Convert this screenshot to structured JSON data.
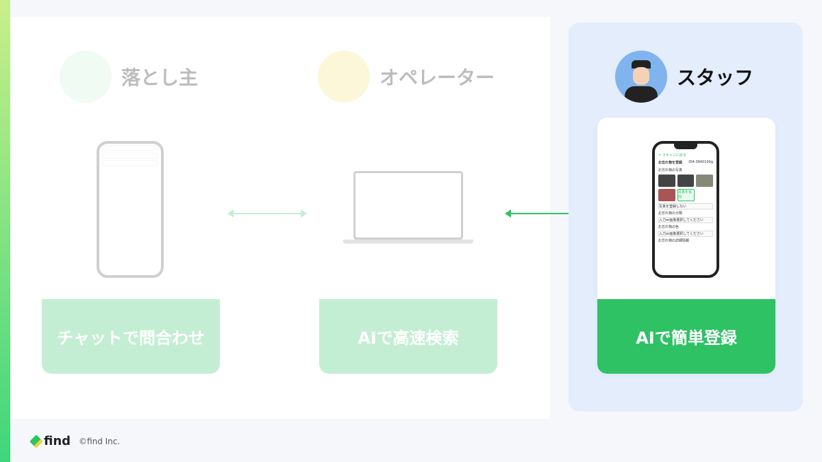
{
  "actors": [
    {
      "name": "落とし主",
      "feature": "チャットで問合わせ",
      "device": "smartphone"
    },
    {
      "name": "オペレーター",
      "feature": "AIで高速検索",
      "device": "laptop"
    },
    {
      "name": "スタッフ",
      "feature": "AIで簡単登録",
      "device": "smartphone"
    }
  ],
  "staff_phone": {
    "back": "< スキャンに戻る",
    "title": "お忘れ物を登録",
    "id": "ID4-3840100g",
    "section1": "お忘れ物の写真",
    "add_photo": "写真を追加",
    "checkbox": "写真を登録しない",
    "section2": "お忘れ物の分類",
    "placeholder": "入力or画像選択してください",
    "section3": "お忘れ物の色",
    "section4": "お忘れ物の詳細情報"
  },
  "footer": {
    "logo": "find",
    "copyright": "©find Inc."
  },
  "colors": {
    "accent": "#2ec265",
    "panel": "#e3edfb"
  }
}
